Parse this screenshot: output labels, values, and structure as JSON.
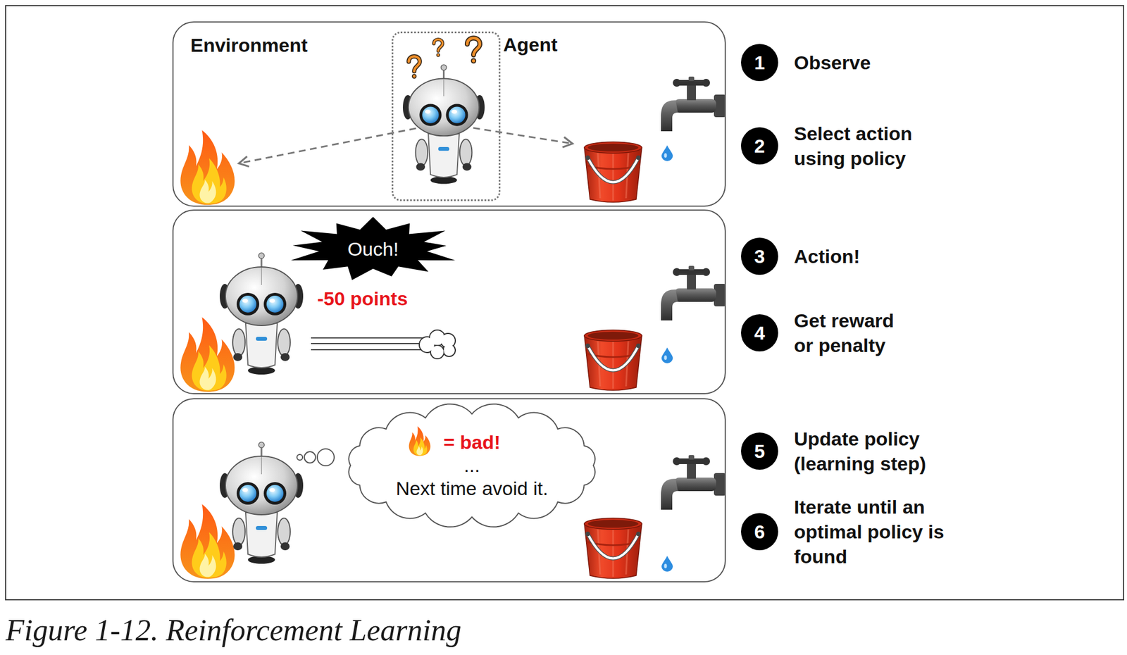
{
  "diagram": {
    "caption": "Figure 1-12. Reinforcement Learning",
    "nodes": [
      {
        "text": [
          "Environment"
        ]
      },
      {
        "text": [
          "Agent"
        ],
        "in": 0
      },
      {
        "text": [
          "1",
          "Observe"
        ]
      },
      {
        "text": [
          "2",
          "Select action using policy"
        ]
      },
      {
        "text": [
          "-50 points"
        ]
      },
      {
        "text": [
          "Ouch!"
        ],
        "in": 4
      },
      {
        "text": [
          "3",
          "Action!"
        ]
      },
      {
        "text": [
          "4",
          "Get reward or penalty"
        ]
      },
      {
        "text": []
      },
      {
        "text": [
          "= bad!",
          "...",
          "Next time avoid it."
        ],
        "in": 8
      },
      {
        "text": [
          "5",
          "Update policy (learning step)"
        ]
      },
      {
        "text": [
          "6",
          "Iterate until an optimal policy is found"
        ]
      }
    ]
  }
}
